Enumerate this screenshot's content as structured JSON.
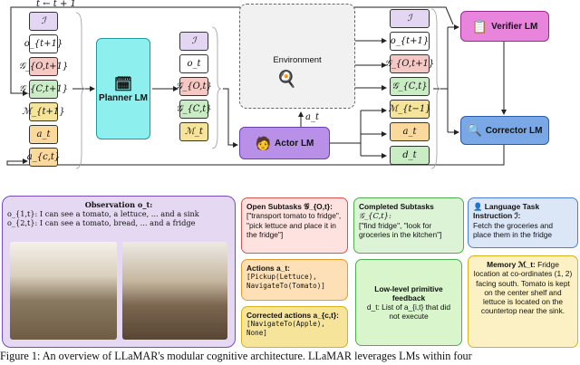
{
  "loop_label": "t ← t + 1",
  "stack_left": [
    "ℐ",
    "o_{t+1}",
    "𝒢_{O,t+1}",
    "𝒢_{C,t+1}",
    "ℳ_{t+1}",
    "a_t",
    "a_{c,t}"
  ],
  "stack_mid": [
    "ℐ",
    "o_t",
    "𝒢_{O,t}",
    "𝒢_{C,t}",
    "ℳ_t"
  ],
  "stack_right": [
    "ℐ",
    "o_{t+1}",
    "𝒢_{O,t+1}",
    "𝒢_{C,t}",
    "ℳ_{t−1}",
    "a_t",
    "d_t"
  ],
  "planner_label": "Planner LM",
  "actor_label": "Actor LM",
  "verifier_label": "Verifier LM",
  "corrector_label": "Corrector LM",
  "environment_label": "Environment",
  "actor_output_label": "a_t",
  "observation": {
    "title": "Observation o_t:",
    "line1": "o_{1,t}: I can see a tomato, a lettuce, ... and a sink",
    "line2": "o_{2,t}: I can see a tomato, bread, ... and a fridge"
  },
  "open_subtasks": {
    "title": "Open Subtasks 𝒢_{O,t}:",
    "body": "[\"transport tomato to fridge\", \"pick lettuce and place it in the fridge\"]"
  },
  "completed_subtasks": {
    "title": "Completed Subtasks",
    "subtitle": "𝒢_{C,t}:",
    "body": "[\"find fridge\", \"look for groceries in the kitchen\"]"
  },
  "language_task": {
    "title": "Language Task Instruction ℐ:",
    "body": "Fetch the groceries and place them in the fridge"
  },
  "actions": {
    "title": "Actions a_t:",
    "body": "[Pickup(Lettuce), NavigateTo(Tomato)]"
  },
  "corrected_actions": {
    "title": "Corrected actions a_{c,t}:",
    "body": "[NavigateTo(Apple), None]"
  },
  "feedback": {
    "title": "Low-level primitive feedback",
    "body": "d_t: List of a_{i,t} that did not execute"
  },
  "memory": {
    "title": "Memory ℳ_t:",
    "body": "Fridge location at co-ordinates (1, 2) facing south. Tomato is kept on the center shelf and lettuce is located on the countertop near the sink."
  },
  "caption": "Figure 1: An overview of LLaMAR's modular cognitive architecture. LLaMAR leverages LMs within four",
  "colors": {
    "purple_border": "#7a4bbf",
    "purple_fill": "#e5d8f3",
    "red_border": "#d9534f",
    "green_border": "#4cae4c",
    "blue_border": "#4a7fd4",
    "orange_border": "#e79a2c",
    "yellow_border": "#d8b218",
    "planner_fill": "#8ef0ee",
    "verifier_fill": "#e884dc",
    "corrector_fill": "#7aa8e6",
    "actor_fill": "#b890e8"
  }
}
